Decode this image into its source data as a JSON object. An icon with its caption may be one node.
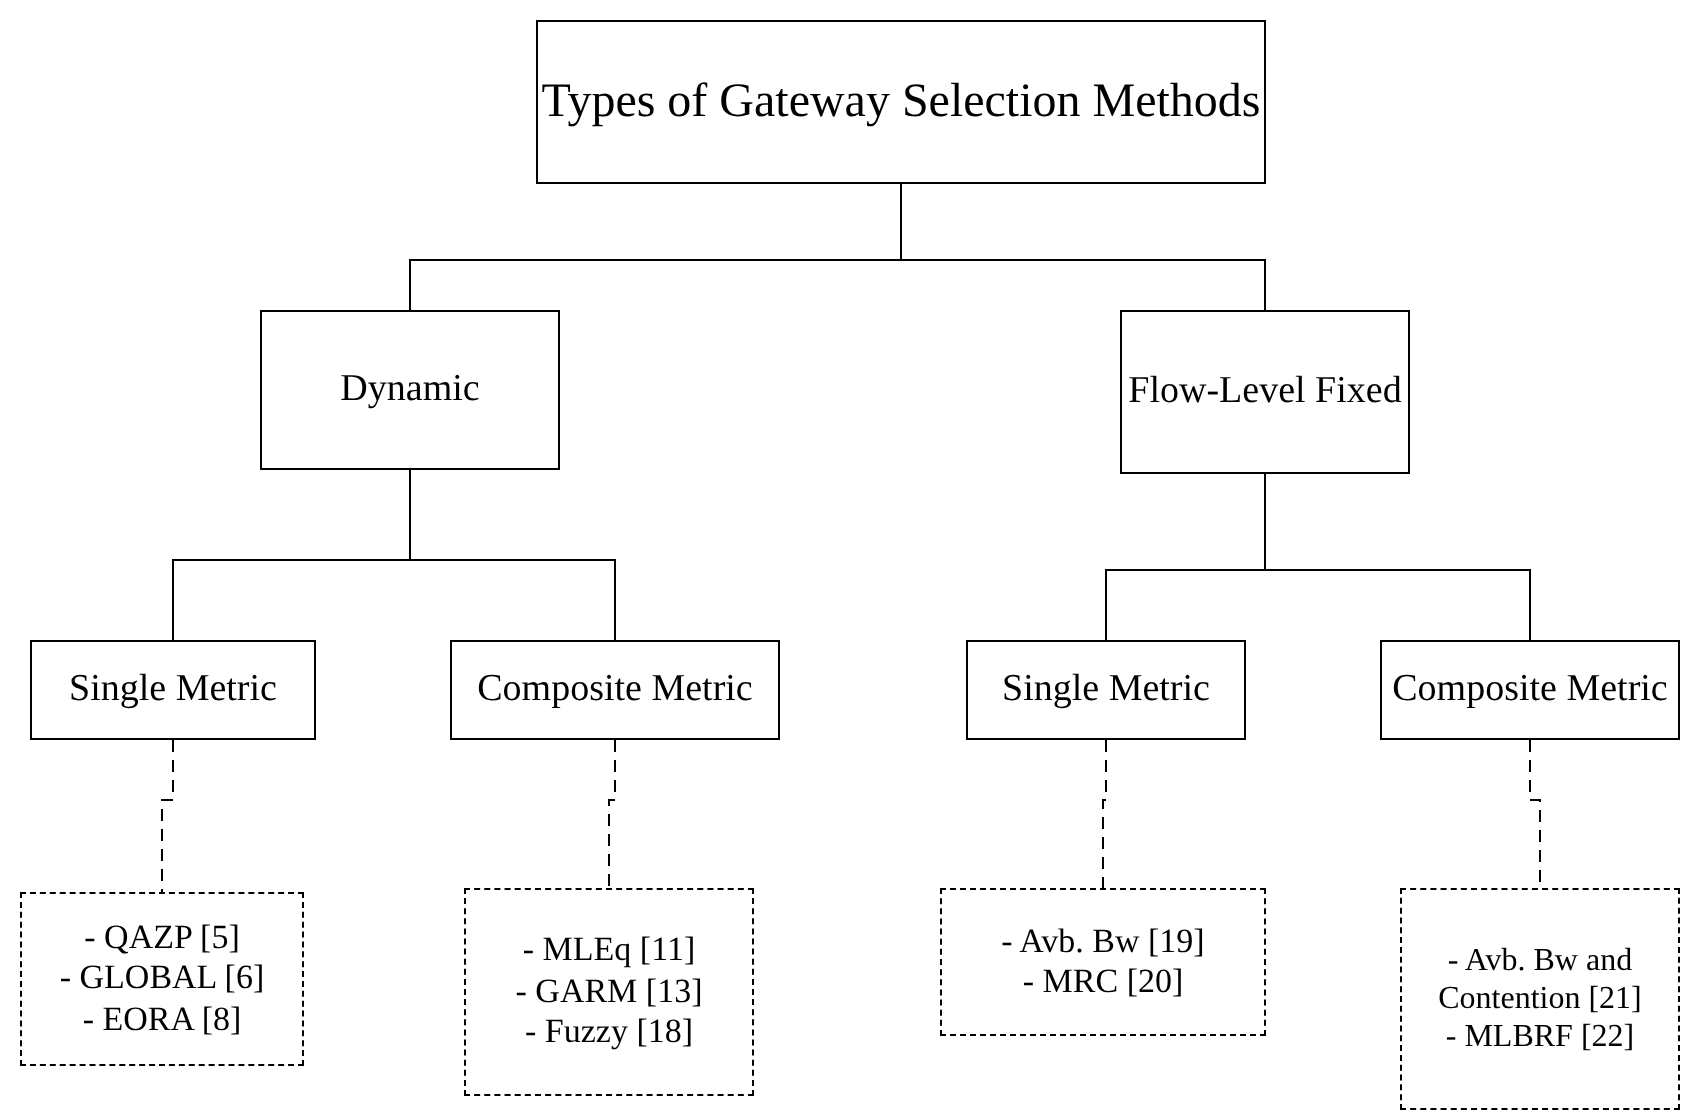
{
  "diagram": {
    "nodes": [
      {
        "text": [
          "Types of Gateway Selection Methods"
        ]
      },
      {
        "text": [
          "Dynamic"
        ]
      },
      {
        "text": [
          "Flow-Level Fixed"
        ]
      },
      {
        "text": [
          "Single Metric"
        ]
      },
      {
        "text": [
          "Composite Metric"
        ]
      },
      {
        "text": [
          "Single Metric"
        ]
      },
      {
        "text": [
          "Composite Metric"
        ]
      },
      {
        "text": [
          "- QAZP [5]",
          "- GLOBAL [6]",
          "- EORA [8]"
        ]
      },
      {
        "text": [
          "- MLEq [11]",
          "- GARM [13]",
          "- Fuzzy [18]"
        ]
      },
      {
        "text": [
          "- Avb. Bw [19]",
          "- MRC [20]"
        ]
      },
      {
        "text": [
          "- Avb. Bw and Contention [21]",
          "- MLBRF [22]"
        ]
      }
    ],
    "edges": [
      {
        "from": 0,
        "to": 1,
        "arrow": "none"
      },
      {
        "from": 0,
        "to": 2,
        "arrow": "none"
      },
      {
        "from": 1,
        "to": 3,
        "arrow": "none"
      },
      {
        "from": 1,
        "to": 4,
        "arrow": "none"
      },
      {
        "from": 2,
        "to": 5,
        "arrow": "none"
      },
      {
        "from": 2,
        "to": 6,
        "arrow": "none"
      },
      {
        "from": 3,
        "to": 7,
        "arrow": "none",
        "style": "dashed"
      },
      {
        "from": 4,
        "to": 8,
        "arrow": "none",
        "style": "dashed"
      },
      {
        "from": 5,
        "to": 9,
        "arrow": "none",
        "style": "dashed"
      },
      {
        "from": 6,
        "to": 10,
        "arrow": "none",
        "style": "dashed"
      }
    ]
  }
}
